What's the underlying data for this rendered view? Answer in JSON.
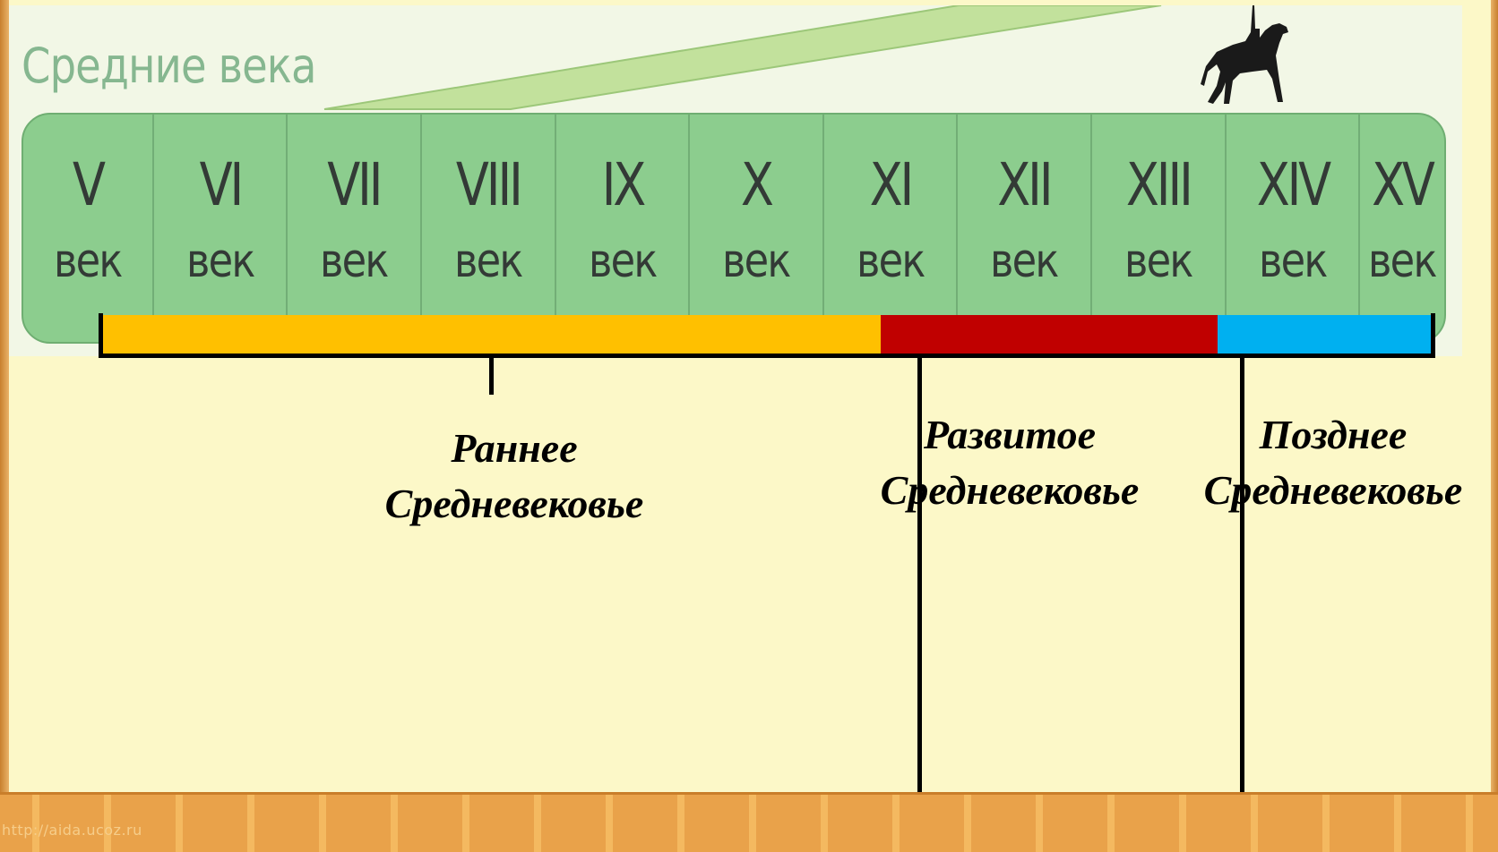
{
  "header": {
    "title": "Средние века"
  },
  "centuries": [
    {
      "num": "V",
      "word": "век"
    },
    {
      "num": "VI",
      "word": "век"
    },
    {
      "num": "VII",
      "word": "век"
    },
    {
      "num": "VIII",
      "word": "век"
    },
    {
      "num": "IX",
      "word": "век"
    },
    {
      "num": "X",
      "word": "век"
    },
    {
      "num": "XI",
      "word": "век"
    },
    {
      "num": "XII",
      "word": "век"
    },
    {
      "num": "XIII",
      "word": "век"
    },
    {
      "num": "XIV",
      "word": "век"
    },
    {
      "num": "XV",
      "word": "век"
    }
  ],
  "periods": [
    {
      "line1": "Раннее",
      "line2": "Средневековье",
      "color": "#ffc000"
    },
    {
      "line1": "Развитое",
      "line2": "Средневековье",
      "color": "#c00000"
    },
    {
      "line1": "Позднее",
      "line2": "Средневековье",
      "color": "#00b0f0"
    }
  ],
  "footer": {
    "watermark": "http://aida.ucoz.ru"
  },
  "colors": {
    "strip_green": "#8ccd8e",
    "title_green": "#86b790",
    "background": "#fcf8c8",
    "frame_orange": "#e9a24a"
  },
  "icons": {
    "rider": "horse-rider-icon"
  }
}
